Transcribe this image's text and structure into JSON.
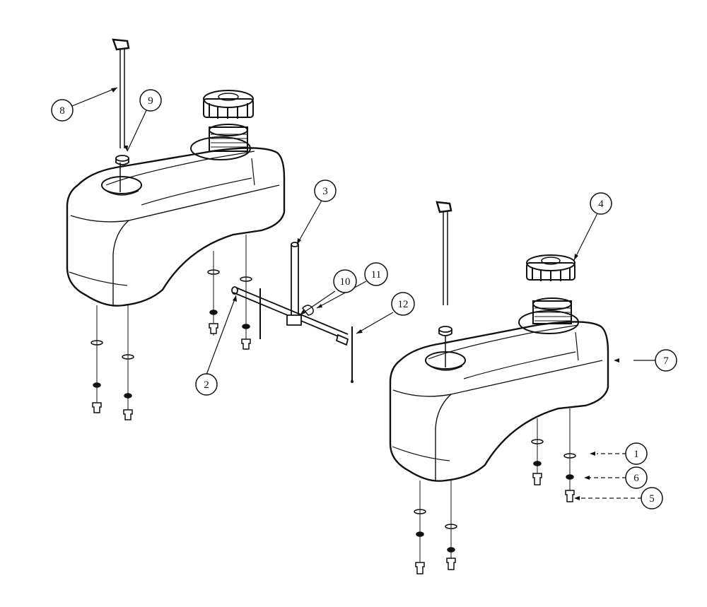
{
  "callouts": {
    "c1": "1",
    "c2": "2",
    "c3": "3",
    "c4": "4",
    "c5": "5",
    "c6": "6",
    "c7": "7",
    "c8": "8",
    "c9": "9",
    "c10": "10",
    "c11": "11",
    "c12": "12"
  },
  "colors": {
    "ink": "#111111",
    "background": "#ffffff"
  }
}
